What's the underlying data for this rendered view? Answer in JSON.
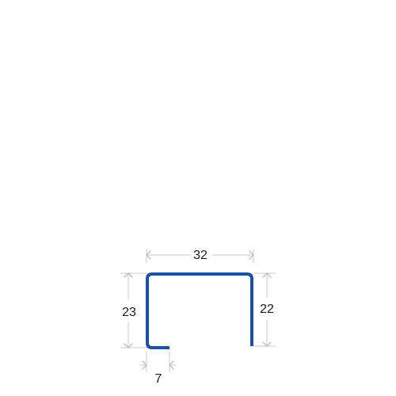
{
  "colors": {
    "profile": "#1f4fa0",
    "dimension_lines": "#c8c8c8"
  },
  "dimensions": {
    "top_width": "32",
    "left_height": "23",
    "right_height": "22",
    "bottom_lip": "7"
  }
}
